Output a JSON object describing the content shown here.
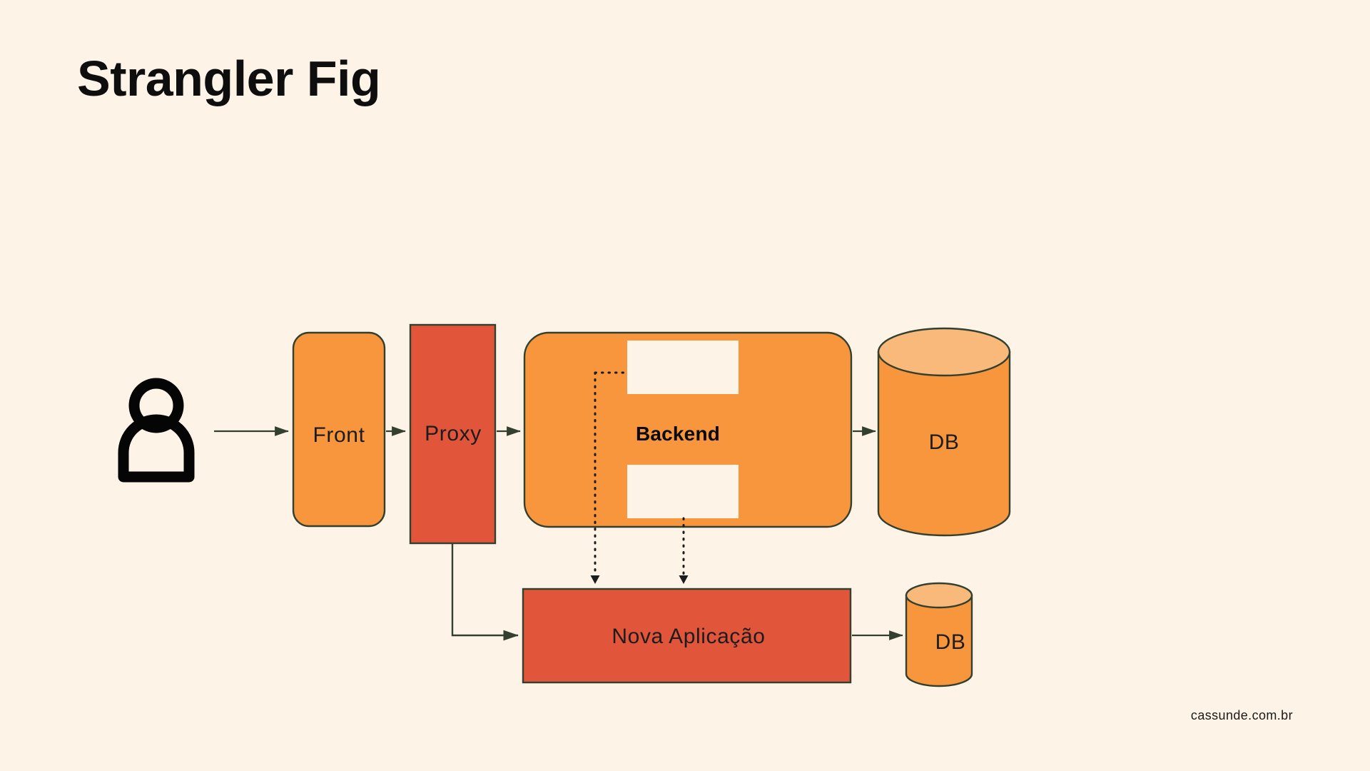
{
  "page": {
    "title": "Strangler Fig",
    "background_color": "#FDF4E7",
    "credit": "cassunde.com.br"
  },
  "palette": {
    "background": "#FDF4E7",
    "orange": "#F7963C",
    "orange_light_top": "#F8B97A",
    "red_orange": "#E1553A",
    "stroke_dark": "#33402F",
    "text_dark": "#1C1C1C",
    "cutout_white": "#FDF4E7"
  },
  "diagram": {
    "type": "architecture-flow",
    "actor": {
      "icon": "user-icon",
      "label": ""
    },
    "nodes": [
      {
        "id": "front",
        "label": "Front",
        "shape": "rounded-rect",
        "fill": "#F7963C",
        "text_style": "regular"
      },
      {
        "id": "proxy",
        "label": "Proxy",
        "shape": "rect",
        "fill": "#E1553A",
        "text_style": "regular"
      },
      {
        "id": "backend",
        "label": "Backend",
        "shape": "rounded-rect",
        "fill": "#F7963C",
        "text_style": "bold"
      },
      {
        "id": "db_main",
        "label": "DB",
        "shape": "cylinder",
        "fill": "#F7963C",
        "text_style": "regular"
      },
      {
        "id": "nova",
        "label": "Nova Aplicação",
        "shape": "rect",
        "fill": "#E1553A",
        "text_style": "regular"
      },
      {
        "id": "db_new",
        "label": "DB",
        "shape": "cylinder",
        "fill": "#F7963C",
        "text_style": "regular"
      }
    ],
    "edges": [
      {
        "from": "user",
        "to": "front",
        "style": "solid",
        "arrow": true
      },
      {
        "from": "front",
        "to": "proxy",
        "style": "solid",
        "arrow": true
      },
      {
        "from": "proxy",
        "to": "backend",
        "style": "solid",
        "arrow": true
      },
      {
        "from": "backend",
        "to": "db_main",
        "style": "solid",
        "arrow": true
      },
      {
        "from": "proxy",
        "to": "nova",
        "style": "solid",
        "arrow": true,
        "routing": "elbow"
      },
      {
        "from": "backend_slot_1",
        "to": "nova",
        "style": "dotted",
        "arrow": true
      },
      {
        "from": "backend_slot_2",
        "to": "nova",
        "style": "dotted",
        "arrow": true
      },
      {
        "from": "nova",
        "to": "db_new",
        "style": "solid",
        "arrow": true
      }
    ]
  }
}
